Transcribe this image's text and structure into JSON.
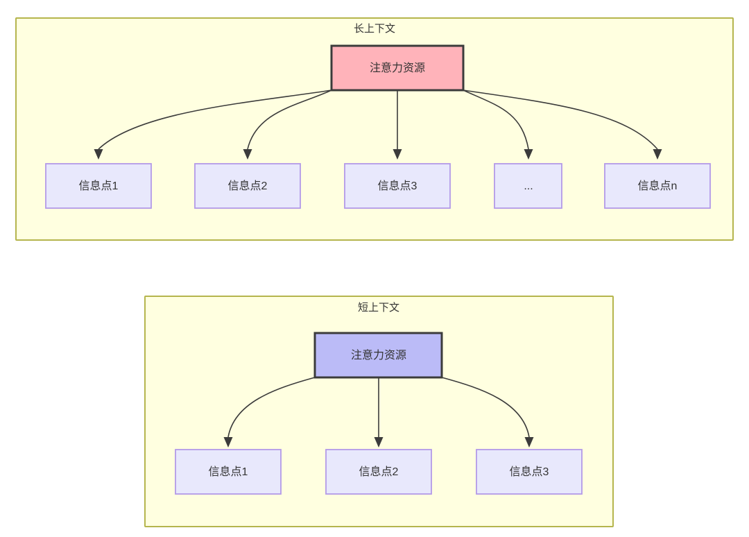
{
  "diagram": {
    "type": "node-edge-tree",
    "background_color": "#ffffff",
    "panel_fill": "#ffffe0",
    "panel_stroke": "#b5b54d",
    "panels": [
      {
        "id": "long-context",
        "title": "长上下文",
        "root": {
          "label": "注意力资源",
          "fill": "#ffb3ba",
          "stroke": "#3b3b3b"
        },
        "leaves": [
          {
            "label": "信息点1"
          },
          {
            "label": "信息点2"
          },
          {
            "label": "信息点3"
          },
          {
            "label": "..."
          },
          {
            "label": "信息点n"
          }
        ]
      },
      {
        "id": "short-context",
        "title": "短上下文",
        "root": {
          "label": "注意力资源",
          "fill": "#bbbbf7",
          "stroke": "#3b3b3b"
        },
        "leaves": [
          {
            "label": "信息点1"
          },
          {
            "label": "信息点2"
          },
          {
            "label": "信息点3"
          }
        ]
      }
    ],
    "leaf_fill": "#e8e8fc",
    "leaf_stroke": "#b399e8",
    "edge_color": "#3b3b3b"
  }
}
